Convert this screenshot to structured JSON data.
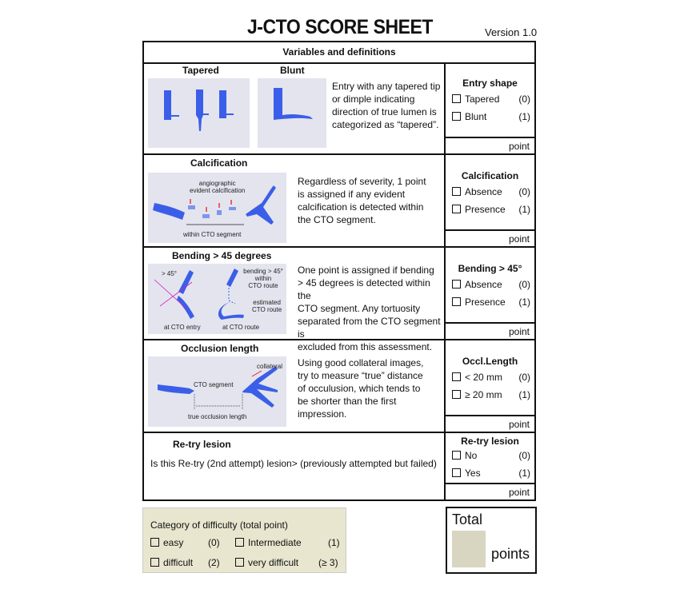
{
  "title": "J-CTO SCORE SHEET",
  "version": "Version 1.0",
  "header": "Variables and definitions",
  "rows": [
    {
      "subtitles": [
        "Tapered",
        "Blunt"
      ],
      "description": [
        "Entry with any tapered tip",
        "or dimple indicating",
        "direction of true lumen is",
        "categorized as “tapered”."
      ],
      "score_title": "Entry shape",
      "options": [
        {
          "label": "Tapered",
          "value": "(0)"
        },
        {
          "label": "Blunt",
          "value": "(1)"
        }
      ],
      "point": "point"
    },
    {
      "subtitles": [
        "Calcification"
      ],
      "image_labels": [
        "angiographic",
        "evident calcification",
        "within CTO segment"
      ],
      "description": [
        "Regardless of severity, 1 point",
        "is assigned if any evident",
        "calcification is detected within",
        "the CTO segment."
      ],
      "score_title": "Calcification",
      "options": [
        {
          "label": "Absence",
          "value": "(0)"
        },
        {
          "label": "Presence",
          "value": "(1)"
        }
      ],
      "point": "point"
    },
    {
      "subtitles": [
        "Bending > 45 degrees"
      ],
      "image_labels": [
        "> 45°",
        "bending > 45°",
        "within",
        "CTO route",
        "estimated",
        "CTO route",
        "at CTO entry",
        "at CTO route"
      ],
      "description": [
        "One point is assigned if bending",
        "> 45 degrees is detected within the",
        "CTO segment. Any tortuosity",
        "separated from the CTO segment is",
        "excluded from this assessment."
      ],
      "score_title": "Bending > 45°",
      "options": [
        {
          "label": "Absence",
          "value": "(0)"
        },
        {
          "label": "Presence",
          "value": "(1)"
        }
      ],
      "point": "point"
    },
    {
      "subtitles": [
        "Occlusion length"
      ],
      "image_labels": [
        "collateral",
        "CTO segment",
        "true occlusion length"
      ],
      "description": [
        "Using good collateral images,",
        "try to measure “true” distance",
        "of occulusion, which tends to",
        "be shorter than the first impression."
      ],
      "score_title": "Occl.Length",
      "options": [
        {
          "label": "< 20 mm",
          "value": "(0)"
        },
        {
          "label": "≥ 20 mm",
          "value": "(1)"
        }
      ],
      "point": "point"
    },
    {
      "subtitles": [
        "Re-try lesion"
      ],
      "description": [
        "Is this Re-try (2nd attempt) lesion> (previously attempted but failed)"
      ],
      "score_title": "Re-try lesion",
      "options": [
        {
          "label": "No",
          "value": "(0)"
        },
        {
          "label": "Yes",
          "value": "(1)"
        }
      ],
      "point": "point"
    }
  ],
  "category": {
    "title": "Category of difficulty (total point)",
    "options": [
      {
        "label": "easy",
        "value": "(0)"
      },
      {
        "label": "Intermediate",
        "value": "(1)"
      },
      {
        "label": "difficult",
        "value": "(2)"
      },
      {
        "label": "very difficult",
        "value": "(≥ 3)"
      }
    ]
  },
  "total": {
    "title": "Total",
    "unit": "points"
  },
  "colors": {
    "vessel": "#3b5ee8",
    "image_bg": "#e3e4ee",
    "category_bg": "#e8e6cf"
  }
}
